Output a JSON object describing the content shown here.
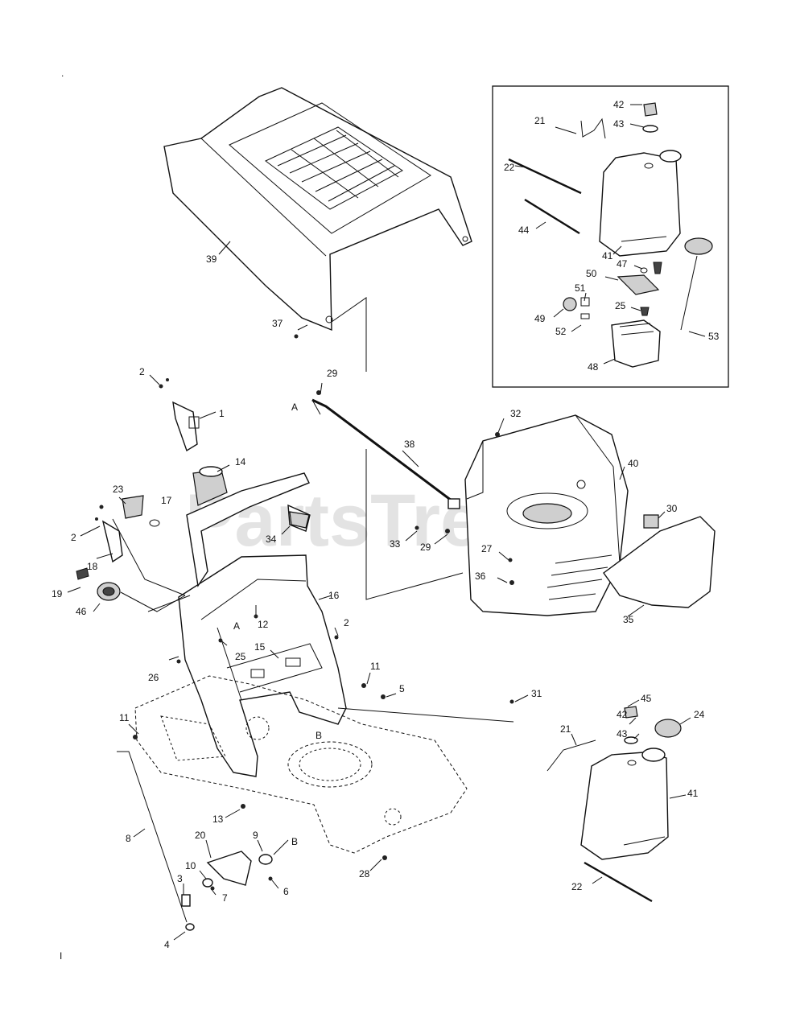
{
  "watermark": "PartsTree",
  "page_marks": {
    "top": ".",
    "bottom": "I"
  },
  "callouts": [
    {
      "id": "c39a",
      "text": "39"
    },
    {
      "id": "c37",
      "text": "37"
    },
    {
      "id": "c2a",
      "text": "2"
    },
    {
      "id": "c1",
      "text": "1"
    },
    {
      "id": "c14",
      "text": "14"
    },
    {
      "id": "c23",
      "text": "23"
    },
    {
      "id": "c17",
      "text": "17"
    },
    {
      "id": "c2b",
      "text": "2"
    },
    {
      "id": "c18",
      "text": "18"
    },
    {
      "id": "c19",
      "text": "19"
    },
    {
      "id": "c46",
      "text": "46"
    },
    {
      "id": "c34",
      "text": "34"
    },
    {
      "id": "c16",
      "text": "16"
    },
    {
      "id": "cAa",
      "text": "A"
    },
    {
      "id": "c12",
      "text": "12"
    },
    {
      "id": "c25a",
      "text": "25"
    },
    {
      "id": "c2c",
      "text": "2"
    },
    {
      "id": "c26",
      "text": "26"
    },
    {
      "id": "c15",
      "text": "15"
    },
    {
      "id": "c11a",
      "text": "11"
    },
    {
      "id": "c5",
      "text": "5"
    },
    {
      "id": "c11b",
      "text": "11"
    },
    {
      "id": "cBa",
      "text": "B"
    },
    {
      "id": "c13",
      "text": "13"
    },
    {
      "id": "c8",
      "text": "8"
    },
    {
      "id": "c20",
      "text": "20"
    },
    {
      "id": "c9",
      "text": "9"
    },
    {
      "id": "cBb",
      "text": "B"
    },
    {
      "id": "c10",
      "text": "10"
    },
    {
      "id": "c3",
      "text": "3"
    },
    {
      "id": "c7",
      "text": "7"
    },
    {
      "id": "c6",
      "text": "6"
    },
    {
      "id": "c4",
      "text": "4"
    },
    {
      "id": "c28",
      "text": "28"
    },
    {
      "id": "c29a",
      "text": "29"
    },
    {
      "id": "cAb",
      "text": "A"
    },
    {
      "id": "c38",
      "text": "38"
    },
    {
      "id": "c32",
      "text": "32"
    },
    {
      "id": "c40",
      "text": "40"
    },
    {
      "id": "c30",
      "text": "30"
    },
    {
      "id": "c33",
      "text": "33"
    },
    {
      "id": "c29b",
      "text": "29"
    },
    {
      "id": "c27",
      "text": "27"
    },
    {
      "id": "c36",
      "text": "36"
    },
    {
      "id": "c35",
      "text": "35"
    },
    {
      "id": "c31",
      "text": "31"
    },
    {
      "id": "c45",
      "text": "45"
    },
    {
      "id": "c42b",
      "text": "42"
    },
    {
      "id": "c24",
      "text": "24"
    },
    {
      "id": "c43b",
      "text": "43"
    },
    {
      "id": "c21b",
      "text": "21"
    },
    {
      "id": "c41b",
      "text": "41"
    },
    {
      "id": "c22b",
      "text": "22"
    },
    {
      "id": "c42a",
      "text": "42"
    },
    {
      "id": "c43a",
      "text": "43"
    },
    {
      "id": "c21a",
      "text": "21"
    },
    {
      "id": "c22a",
      "text": "22"
    },
    {
      "id": "c44",
      "text": "44"
    },
    {
      "id": "c41a",
      "text": "41"
    },
    {
      "id": "c47",
      "text": "47"
    },
    {
      "id": "c50",
      "text": "50"
    },
    {
      "id": "c51",
      "text": "51"
    },
    {
      "id": "c25b",
      "text": "25"
    },
    {
      "id": "c49",
      "text": "49"
    },
    {
      "id": "c52",
      "text": "52"
    },
    {
      "id": "c53",
      "text": "53"
    },
    {
      "id": "c48",
      "text": "48"
    }
  ]
}
